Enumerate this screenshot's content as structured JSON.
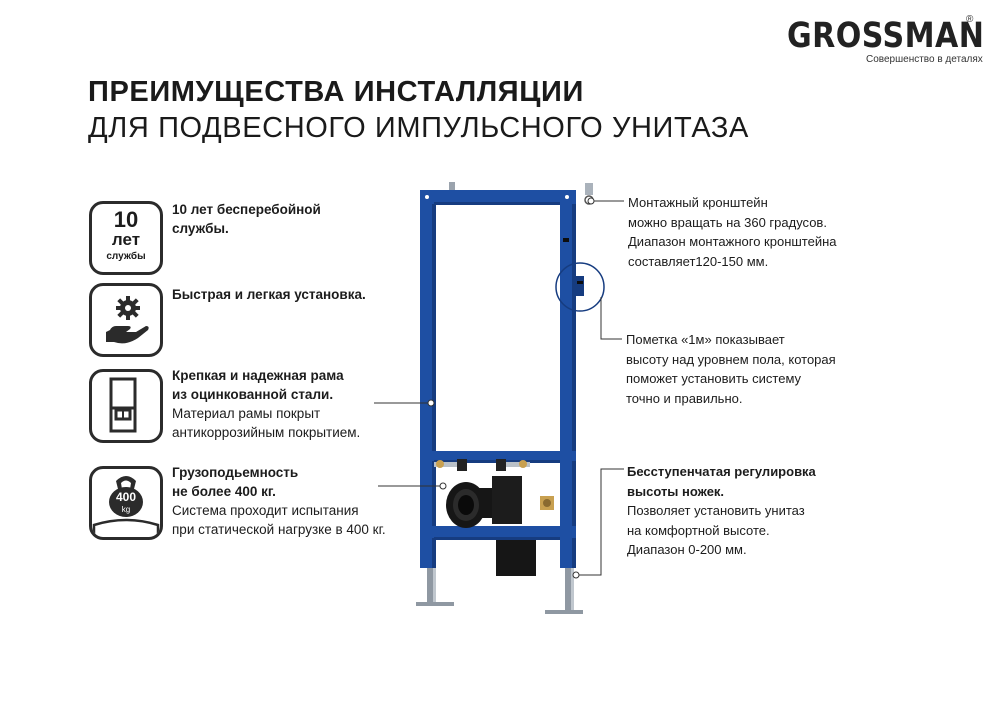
{
  "brand": {
    "name": "GROSSMAN",
    "registered_mark": "®",
    "tagline": "Совершенство в деталях"
  },
  "header": {
    "title_line1": "ПРЕИМУЩЕСТВА ИНСТАЛЛЯЦИИ",
    "title_line2": "ДЛЯ ПОДВЕСНОГО ИМПУЛЬСНОГО УНИТАЗА"
  },
  "features": [
    {
      "icon": "warranty-10-years-icon",
      "icon_text": {
        "number": "10",
        "word": "лет",
        "sub": "службы"
      },
      "bold_lines": [
        "10 лет бесперебойной",
        "службы."
      ],
      "lines": []
    },
    {
      "icon": "gear-hand-icon",
      "bold_lines": [
        "Быстрая и легкая установка."
      ],
      "lines": []
    },
    {
      "icon": "frame-icon",
      "bold_lines": [
        "Крепкая и надежная рама",
        "из оцинкованной стали."
      ],
      "lines": [
        "Материал рамы покрыт",
        "антикоррозийным покрытием."
      ]
    },
    {
      "icon": "kettlebell-icon",
      "icon_text": {
        "weight": "400",
        "unit": "kg"
      },
      "bold_lines": [
        "Грузоподьемность",
        "не более 400 кг."
      ],
      "lines": [
        "Система проходит испытания",
        "при статической нагрузке в 400 кг."
      ]
    }
  ],
  "callouts": [
    {
      "bold_lines": [],
      "lines": [
        "Монтажный кронштейн",
        "можно вращать на 360 градусов.",
        "Диапазон монтажного кронштейна",
        "составляет120-150 мм."
      ]
    },
    {
      "bold_lines": [],
      "lines": [
        "Пометка «1м» показывает",
        "высоту над уровнем пола, которая",
        "поможет установить систему",
        "точно и правильно."
      ]
    },
    {
      "bold_lines": [
        "Бесступенчатая регулировка",
        "высоты ножек."
      ],
      "lines": [
        "Позволяет установить унитаз",
        "на комфортной высоте.",
        "Диапазон 0-200 мм."
      ]
    }
  ],
  "colors": {
    "frame_blue": "#1e4fa3",
    "frame_blue_dark": "#163c80",
    "pipe_black": "#161616",
    "text": "#1c1c1c",
    "logo_accent": "#d42a1e"
  }
}
